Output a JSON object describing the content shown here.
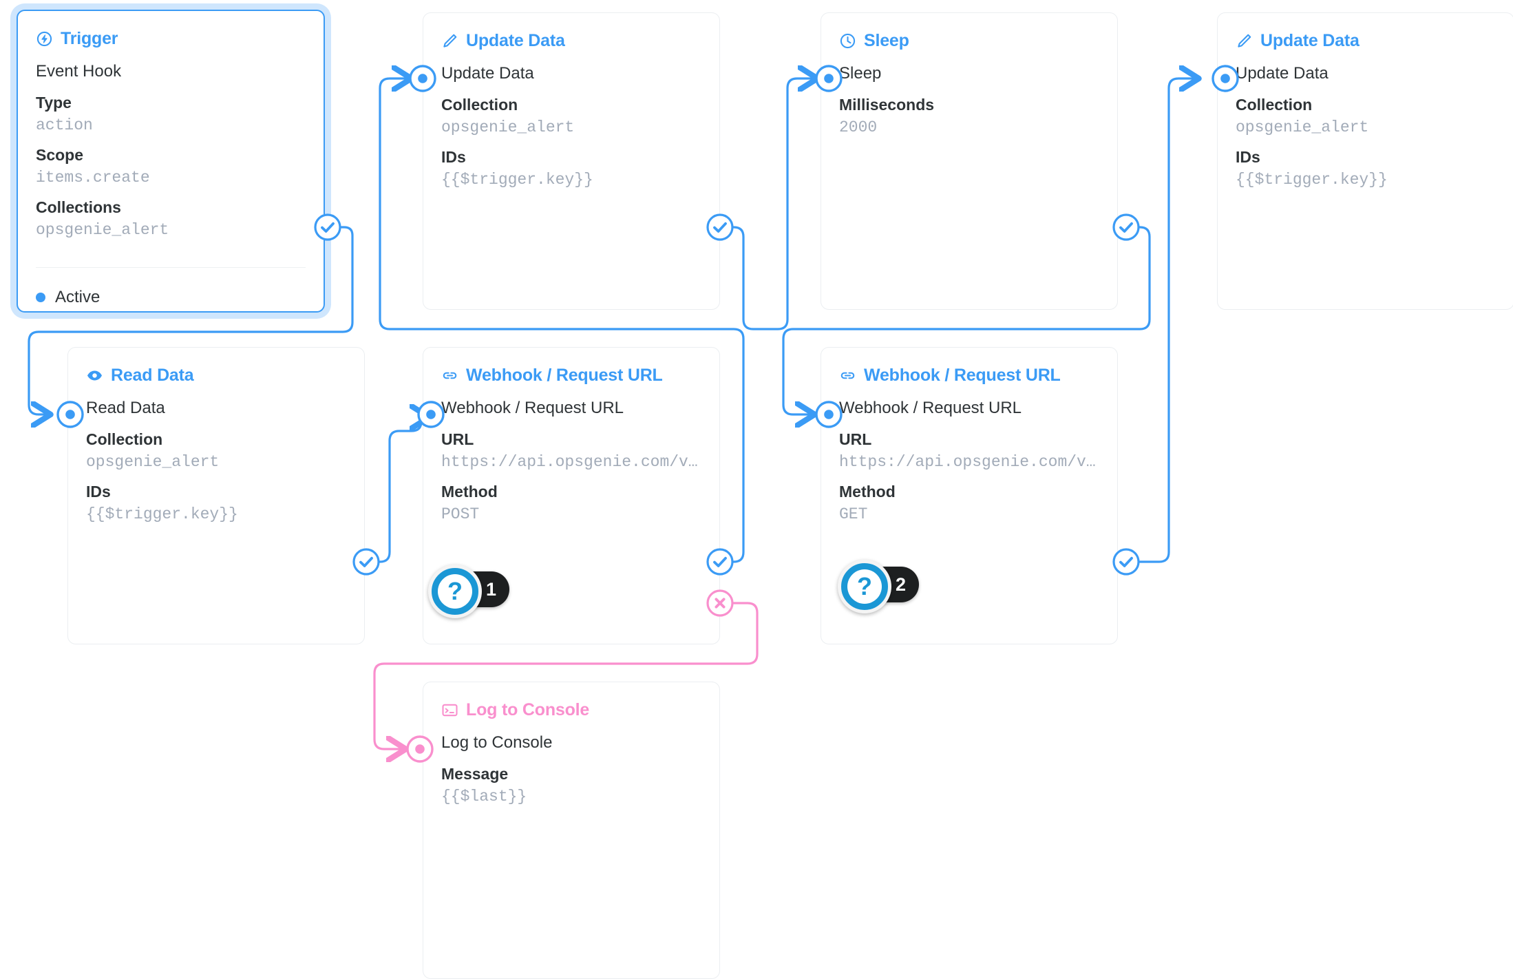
{
  "theme": {
    "accent": "#3b9bf5",
    "accent_pink": "#f98fcd",
    "muted": "#a2abb8",
    "text": "#2f3437",
    "card_border": "#ebeef1",
    "hint_ring": "#1b97d5",
    "hint_pill": "#1d1f20"
  },
  "nodes": [
    {
      "id": "trigger",
      "icon": "trigger-bolt-icon",
      "header": "Trigger",
      "row_title": "Event Hook",
      "fields": [
        {
          "label": "Type",
          "value": "action"
        },
        {
          "label": "Scope",
          "value": "items.create"
        },
        {
          "label": "Collections",
          "value": "opsgenie_alert"
        }
      ],
      "status": "Active",
      "selected": true
    },
    {
      "id": "update-data-1",
      "icon": "pencil-icon",
      "header": "Update Data",
      "row_title": "Update Data",
      "fields": [
        {
          "label": "Collection",
          "value": "opsgenie_alert"
        },
        {
          "label": "IDs",
          "value": "{{$trigger.key}}"
        }
      ]
    },
    {
      "id": "sleep",
      "icon": "clock-icon",
      "header": "Sleep",
      "row_title": "Sleep",
      "fields": [
        {
          "label": "Milliseconds",
          "value": "2000"
        }
      ]
    },
    {
      "id": "update-data-2",
      "icon": "pencil-icon",
      "header": "Update Data",
      "row_title": "Update Data",
      "fields": [
        {
          "label": "Collection",
          "value": "opsgenie_alert"
        },
        {
          "label": "IDs",
          "value": "{{$trigger.key}}"
        }
      ]
    },
    {
      "id": "read-data",
      "icon": "eye-icon",
      "header": "Read Data",
      "row_title": "Read Data",
      "fields": [
        {
          "label": "Collection",
          "value": "opsgenie_alert"
        },
        {
          "label": "IDs",
          "value": "{{$trigger.key}}"
        }
      ]
    },
    {
      "id": "webhook-1",
      "icon": "link-icon",
      "header": "Webhook / Request URL",
      "row_title": "Webhook / Request URL",
      "fields": [
        {
          "label": "URL",
          "value": "https://api.opsgenie.com/v…"
        },
        {
          "label": "Method",
          "value": "POST"
        }
      ]
    },
    {
      "id": "webhook-2",
      "icon": "link-icon",
      "header": "Webhook / Request URL",
      "row_title": "Webhook / Request URL",
      "fields": [
        {
          "label": "URL",
          "value": "https://api.opsgenie.com/v…"
        },
        {
          "label": "Method",
          "value": "GET"
        }
      ]
    },
    {
      "id": "log-to-console",
      "icon": "console-icon",
      "header": "Log to Console",
      "row_title": "Log to Console",
      "color": "pink",
      "fields": [
        {
          "label": "Message",
          "value": "{{$last}}"
        }
      ]
    }
  ],
  "hints": [
    {
      "glyph": "?",
      "count": "1"
    },
    {
      "glyph": "?",
      "count": "2"
    }
  ]
}
